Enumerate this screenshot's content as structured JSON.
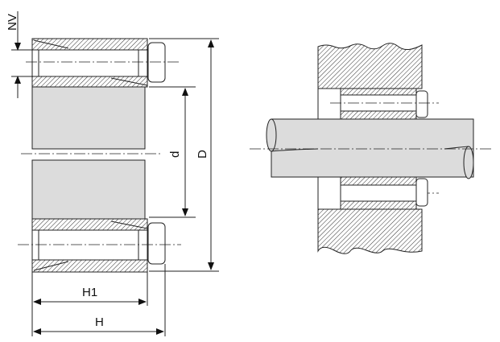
{
  "labels": {
    "nv": "NV",
    "d": "d",
    "D": "D",
    "H1": "H1",
    "H": "H"
  },
  "colors": {
    "shaft": "#dcdcdc",
    "line": "#222222"
  }
}
